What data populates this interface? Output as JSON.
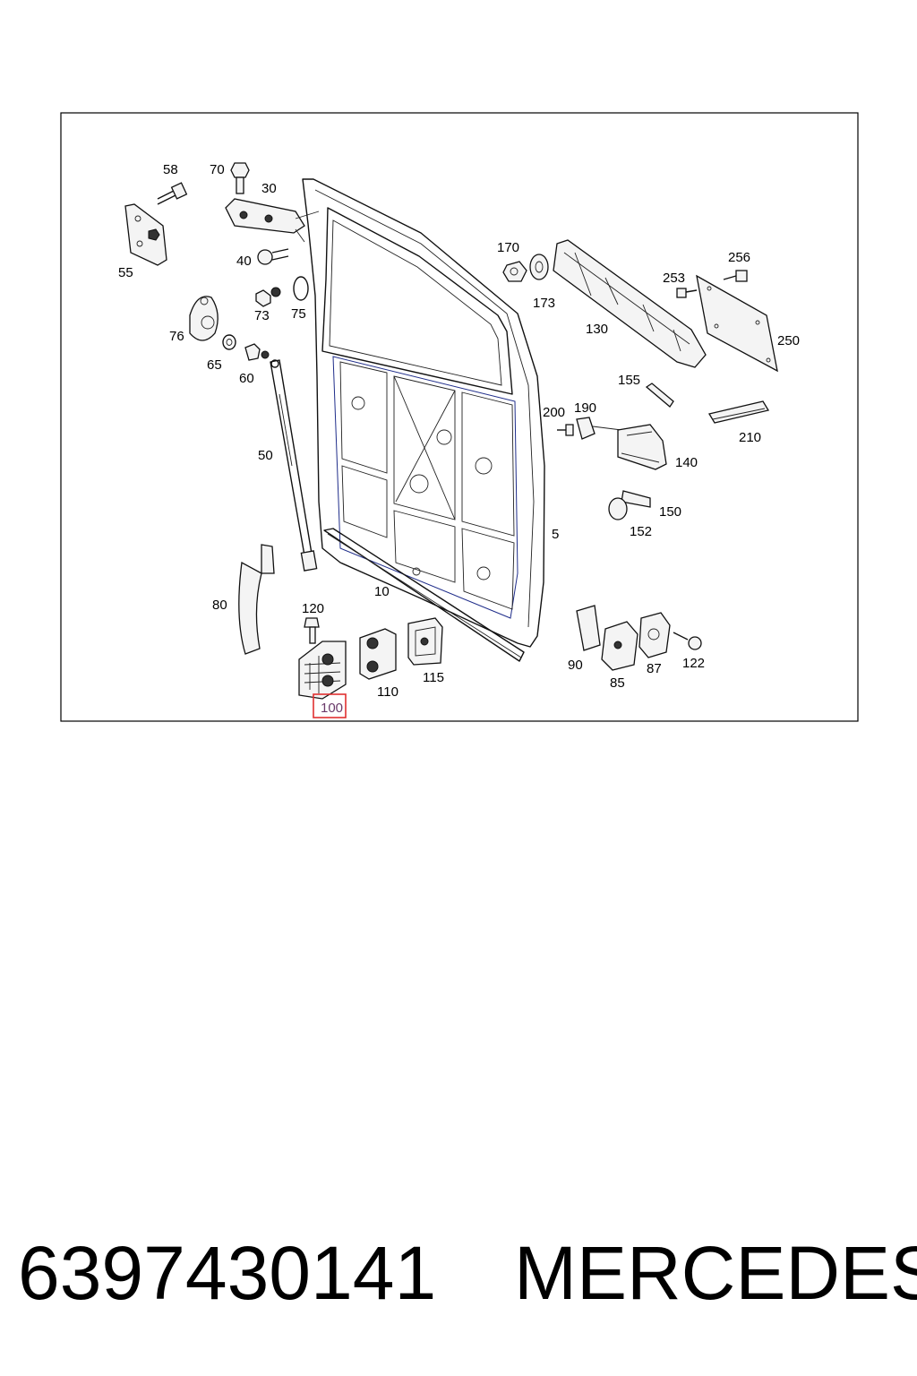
{
  "diagram": {
    "callouts": [
      {
        "id": "58",
        "label": "58"
      },
      {
        "id": "70",
        "label": "70"
      },
      {
        "id": "30",
        "label": "30"
      },
      {
        "id": "55",
        "label": "55"
      },
      {
        "id": "40",
        "label": "40"
      },
      {
        "id": "73",
        "label": "73"
      },
      {
        "id": "75",
        "label": "75"
      },
      {
        "id": "76",
        "label": "76"
      },
      {
        "id": "65",
        "label": "65"
      },
      {
        "id": "60",
        "label": "60"
      },
      {
        "id": "50",
        "label": "50"
      },
      {
        "id": "80",
        "label": "80"
      },
      {
        "id": "120",
        "label": "120"
      },
      {
        "id": "100",
        "label": "100",
        "highlighted": true
      },
      {
        "id": "110",
        "label": "110"
      },
      {
        "id": "115",
        "label": "115"
      },
      {
        "id": "10",
        "label": "10"
      },
      {
        "id": "5",
        "label": "5"
      },
      {
        "id": "170",
        "label": "170"
      },
      {
        "id": "173",
        "label": "173"
      },
      {
        "id": "130",
        "label": "130"
      },
      {
        "id": "253",
        "label": "253"
      },
      {
        "id": "256",
        "label": "256"
      },
      {
        "id": "250",
        "label": "250"
      },
      {
        "id": "155",
        "label": "155"
      },
      {
        "id": "200",
        "label": "200"
      },
      {
        "id": "190",
        "label": "190"
      },
      {
        "id": "140",
        "label": "140"
      },
      {
        "id": "210",
        "label": "210"
      },
      {
        "id": "150",
        "label": "150"
      },
      {
        "id": "152",
        "label": "152"
      },
      {
        "id": "90",
        "label": "90"
      },
      {
        "id": "85",
        "label": "85"
      },
      {
        "id": "87",
        "label": "87"
      },
      {
        "id": "122",
        "label": "122"
      }
    ],
    "highlight_color": "#e03030",
    "highlight_text_color": "#6a3a6a",
    "line_color": "#111111",
    "inner_frame_color": "#1f2d8a"
  },
  "caption": {
    "part_number": "6397430141",
    "brand": "MERCEDES"
  }
}
